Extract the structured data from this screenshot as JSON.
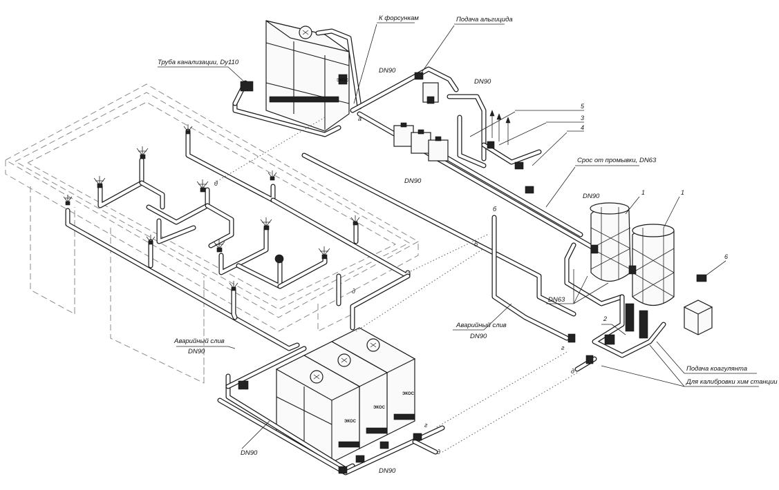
{
  "labels": {
    "k_forsunkam": "К форсункам",
    "podacha_algicida": "Подача альгицида",
    "truba_kanalizacii": "Труба канализации, Dу110",
    "dn90_top": "DN90",
    "dn90_right": "DN90",
    "dn90_mid": "DN90",
    "dn90_bypass": "DN90",
    "dn90_bottom_left": "DN90",
    "dn90_bottom": "DN90",
    "dn63": "DN63",
    "sbros_ot_promyvki": "Срос от промывки, DN63",
    "avariyny_sliv_left": "Аварийный слив",
    "avariyny_sliv_left_dn": "DN90",
    "avariyny_sliv_mid": "Аварийный слив",
    "avariyny_sliv_mid_dn": "DN90",
    "podacha_koagulyanta": "Подача коагулянта",
    "dlya_kalibrovki": "Для калибровки хим станции"
  },
  "callouts": {
    "n5": "5",
    "n3": "3",
    "n4": "4",
    "n1a": "1",
    "n1b": "1",
    "n2": "2",
    "n6": "6"
  },
  "connectors": {
    "a_top": "а",
    "b_top": "б",
    "b_mid": "б",
    "a_left": "д",
    "d_mid": "д",
    "g_right": "г",
    "d_right": "д",
    "g_bottom": "г",
    "d_bottom": "д"
  },
  "tank_marks": {
    "tank_top": "ЭКОС",
    "tank_b1": "ЭКОС",
    "tank_b2": "ЭКОС",
    "tank_b3": "ЭКОС"
  }
}
